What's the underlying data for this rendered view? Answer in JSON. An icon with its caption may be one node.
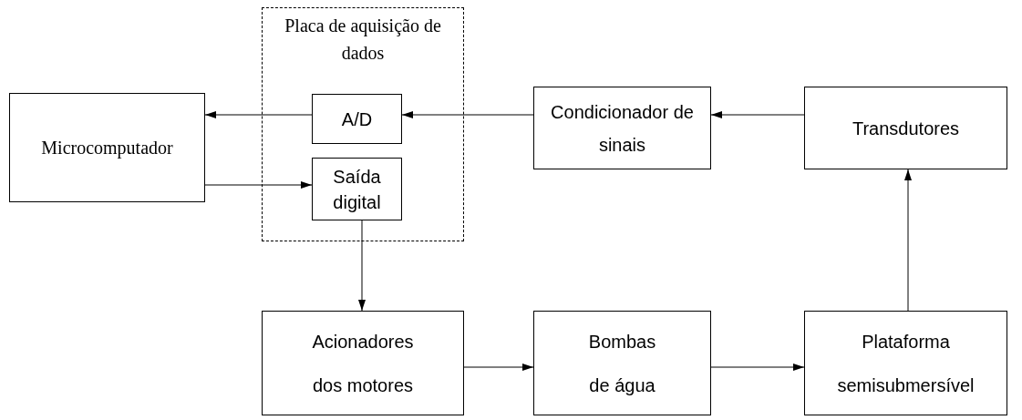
{
  "diagram": {
    "nodes": [
      {
        "text": [
          "Microcomputador"
        ]
      },
      {
        "text": [
          "Placa de aquisição de dados"
        ]
      },
      {
        "text": [
          "A/D"
        ],
        "in": 1
      },
      {
        "text": [
          "Saída digital"
        ],
        "in": 1
      },
      {
        "text": [
          "Condicionador de sinais"
        ]
      },
      {
        "text": [
          "Transdutores"
        ]
      },
      {
        "text": [
          "Acionadores dos motores"
        ]
      },
      {
        "text": [
          "Bombas de água"
        ]
      },
      {
        "text": [
          "Plataforma semisubmersível"
        ]
      }
    ],
    "edges": [
      {
        "from": 2,
        "to": 0,
        "arrow": "to"
      },
      {
        "from": 4,
        "to": 2,
        "arrow": "to"
      },
      {
        "from": 5,
        "to": 4,
        "arrow": "to"
      },
      {
        "from": 0,
        "to": 3,
        "arrow": "to"
      },
      {
        "from": 3,
        "to": 6,
        "arrow": "to"
      },
      {
        "from": 6,
        "to": 7,
        "arrow": "to"
      },
      {
        "from": 7,
        "to": 8,
        "arrow": "to"
      },
      {
        "from": 8,
        "to": 5,
        "arrow": "to"
      }
    ]
  }
}
